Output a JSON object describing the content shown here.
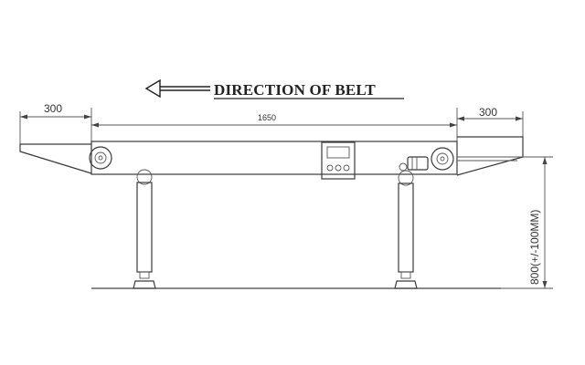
{
  "title": "DIRECTION OF BELT",
  "dimensions": {
    "left_extension": "300",
    "center_length": "1650",
    "right_extension": "300",
    "height": "800(+/-100MM)"
  },
  "colors": {
    "line": "#3a3a3a",
    "background": "#ffffff"
  }
}
